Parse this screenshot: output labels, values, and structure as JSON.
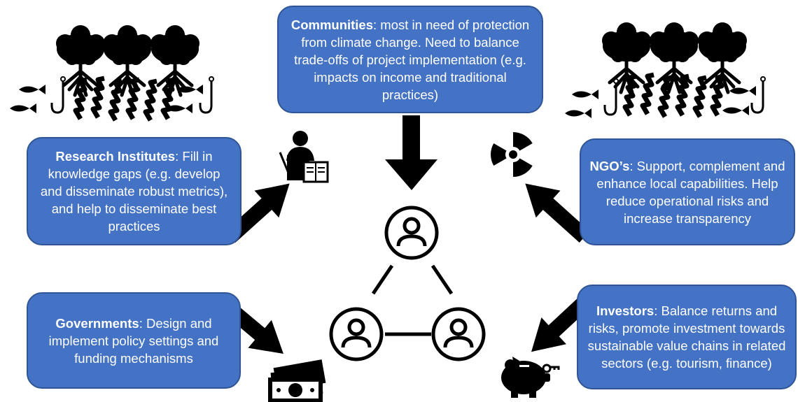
{
  "communities": {
    "name": "Communities",
    "text": ": most in need of protection from climate change. Need to balance trade-offs of project implementation (e.g. impacts on income and traditional practices)"
  },
  "research": {
    "name": "Research Institutes",
    "text": ": Fill in knowledge gaps (e.g. develop and disseminate robust metrics), and help to disseminate best practices"
  },
  "ngo": {
    "name": "NGO’s",
    "text": ": Support, complement and enhance local capabilities. Help reduce operational risks and increase transparency"
  },
  "governments": {
    "name": "Governments",
    "text": ": Design and implement policy settings and funding mechanisms"
  },
  "investors": {
    "name": "Investors",
    "text": ": Balance returns and risks, promote investment towards sustainable value chains in related sectors (e.g. tourism, finance)"
  },
  "icons": [
    "mangrove-ecosystem-icon",
    "teacher-icon",
    "radiation-icon",
    "person-network-icon",
    "money-icon",
    "piggy-bank-icon"
  ],
  "colors": {
    "box_fill": "#4472c4",
    "box_border": "#2f5597",
    "text": "#ffffff",
    "arrow": "#000000"
  }
}
